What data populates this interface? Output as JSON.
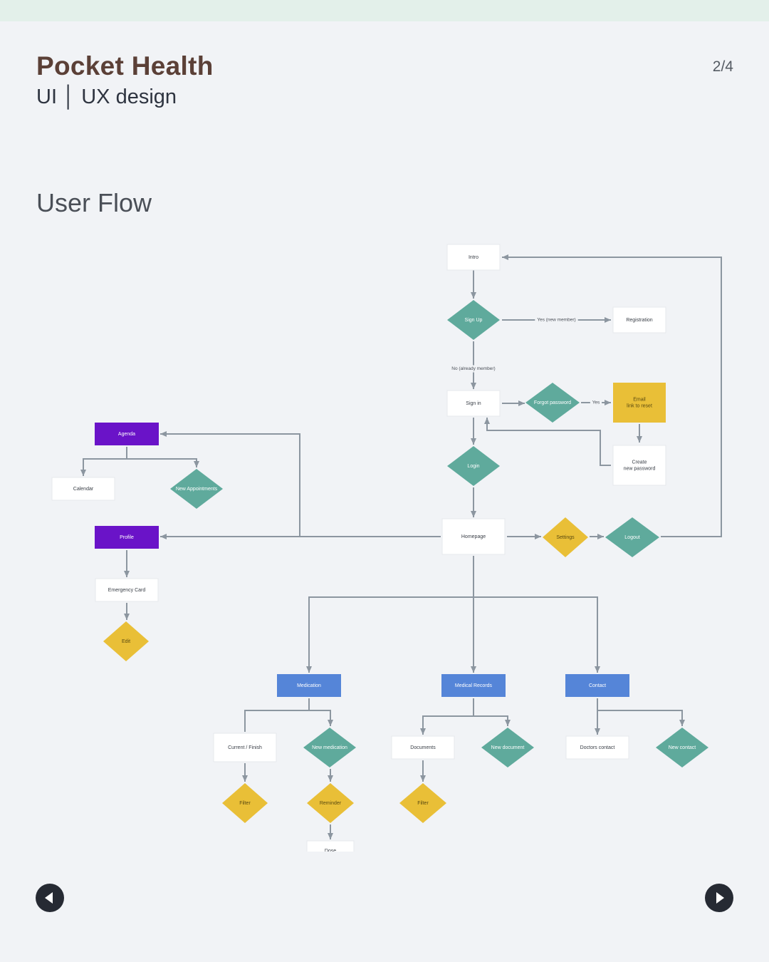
{
  "header": {
    "brand": "Pocket Health",
    "subtitle": "UI │ UX design",
    "page_counter": "2/4"
  },
  "section_title": "User Flow",
  "navigation": {
    "prev_icon": "triangle-left-icon",
    "next_icon": "triangle-right-icon"
  },
  "colors": {
    "process": "#ffffff",
    "decision": "#5faa9c",
    "action": "#e9bf37",
    "purple": "#6a13c8",
    "blue": "#5585d8"
  },
  "flow": {
    "nodes": [
      {
        "id": "intro",
        "label": "Intro",
        "shape": "rect",
        "color": "white"
      },
      {
        "id": "signup",
        "label": "Sign Up",
        "shape": "diamond",
        "color": "teal"
      },
      {
        "id": "registration",
        "label": "Registration",
        "shape": "rect",
        "color": "white"
      },
      {
        "id": "signin",
        "label": "Sign in",
        "shape": "rect",
        "color": "white"
      },
      {
        "id": "forgot",
        "label": "Forgot password",
        "shape": "diamond",
        "color": "teal"
      },
      {
        "id": "email",
        "label": "Email\nlink to reset",
        "shape": "rect",
        "color": "yellow"
      },
      {
        "id": "create",
        "label": "Create\nnew password",
        "shape": "rect",
        "color": "white"
      },
      {
        "id": "login",
        "label": "Login",
        "shape": "diamond",
        "color": "teal"
      },
      {
        "id": "homepage",
        "label": "Homepage",
        "shape": "rect",
        "color": "white"
      },
      {
        "id": "settings",
        "label": "Settings",
        "shape": "diamond",
        "color": "yellow"
      },
      {
        "id": "logout",
        "label": "Logout",
        "shape": "diamond",
        "color": "teal"
      },
      {
        "id": "agenda",
        "label": "Agenda",
        "shape": "rect",
        "color": "purple"
      },
      {
        "id": "calendar",
        "label": "Calendar",
        "shape": "rect",
        "color": "white"
      },
      {
        "id": "newappt",
        "label": "New Appointments",
        "shape": "diamond",
        "color": "teal"
      },
      {
        "id": "profile",
        "label": "Profile",
        "shape": "rect",
        "color": "purple"
      },
      {
        "id": "emergency",
        "label": "Emergency Card",
        "shape": "rect",
        "color": "white"
      },
      {
        "id": "edit",
        "label": "Edit",
        "shape": "diamond",
        "color": "yellow"
      },
      {
        "id": "medication",
        "label": "Medication",
        "shape": "rect",
        "color": "blue"
      },
      {
        "id": "medrecords",
        "label": "Medical Records",
        "shape": "rect",
        "color": "blue"
      },
      {
        "id": "contact",
        "label": "Contact",
        "shape": "rect",
        "color": "blue"
      },
      {
        "id": "current",
        "label": "Current / Finish",
        "shape": "rect",
        "color": "white"
      },
      {
        "id": "newmed",
        "label": "New medication",
        "shape": "diamond",
        "color": "teal"
      },
      {
        "id": "filter1",
        "label": "Filter",
        "shape": "diamond",
        "color": "yellow"
      },
      {
        "id": "reminder",
        "label": "Reminder",
        "shape": "diamond",
        "color": "yellow"
      },
      {
        "id": "dose",
        "label": "Dose",
        "shape": "rect",
        "color": "white"
      },
      {
        "id": "documents",
        "label": "Documents",
        "shape": "rect",
        "color": "white"
      },
      {
        "id": "newdoc",
        "label": "New document",
        "shape": "diamond",
        "color": "teal"
      },
      {
        "id": "filter2",
        "label": "Filter",
        "shape": "diamond",
        "color": "yellow"
      },
      {
        "id": "doctors",
        "label": "Doctors contact",
        "shape": "rect",
        "color": "white"
      },
      {
        "id": "newcontact",
        "label": "New contact",
        "shape": "diamond",
        "color": "teal"
      }
    ],
    "edges": [
      {
        "from": "intro",
        "to": "signup",
        "label": ""
      },
      {
        "from": "signup",
        "to": "registration",
        "label": "Yes (new member)"
      },
      {
        "from": "signup",
        "to": "signin",
        "label": "No (already member)"
      },
      {
        "from": "signin",
        "to": "forgot",
        "label": ""
      },
      {
        "from": "forgot",
        "to": "email",
        "label": "Yes"
      },
      {
        "from": "email",
        "to": "create",
        "label": ""
      },
      {
        "from": "create",
        "to": "signin",
        "label": ""
      },
      {
        "from": "signin",
        "to": "login",
        "label": ""
      },
      {
        "from": "login",
        "to": "homepage",
        "label": ""
      },
      {
        "from": "homepage",
        "to": "settings",
        "label": ""
      },
      {
        "from": "settings",
        "to": "logout",
        "label": ""
      },
      {
        "from": "logout",
        "to": "intro",
        "label": ""
      },
      {
        "from": "homepage",
        "to": "agenda",
        "label": ""
      },
      {
        "from": "homepage",
        "to": "profile",
        "label": ""
      },
      {
        "from": "agenda",
        "to": "calendar",
        "label": ""
      },
      {
        "from": "agenda",
        "to": "newappt",
        "label": ""
      },
      {
        "from": "profile",
        "to": "emergency",
        "label": ""
      },
      {
        "from": "emergency",
        "to": "edit",
        "label": ""
      },
      {
        "from": "homepage",
        "to": "medication",
        "label": ""
      },
      {
        "from": "homepage",
        "to": "medrecords",
        "label": ""
      },
      {
        "from": "homepage",
        "to": "contact",
        "label": ""
      },
      {
        "from": "medication",
        "to": "current",
        "label": ""
      },
      {
        "from": "medication",
        "to": "newmed",
        "label": ""
      },
      {
        "from": "current",
        "to": "filter1",
        "label": ""
      },
      {
        "from": "newmed",
        "to": "reminder",
        "label": ""
      },
      {
        "from": "reminder",
        "to": "dose",
        "label": ""
      },
      {
        "from": "medrecords",
        "to": "documents",
        "label": ""
      },
      {
        "from": "medrecords",
        "to": "newdoc",
        "label": ""
      },
      {
        "from": "documents",
        "to": "filter2",
        "label": ""
      },
      {
        "from": "contact",
        "to": "doctors",
        "label": ""
      },
      {
        "from": "contact",
        "to": "newcontact",
        "label": ""
      }
    ]
  }
}
